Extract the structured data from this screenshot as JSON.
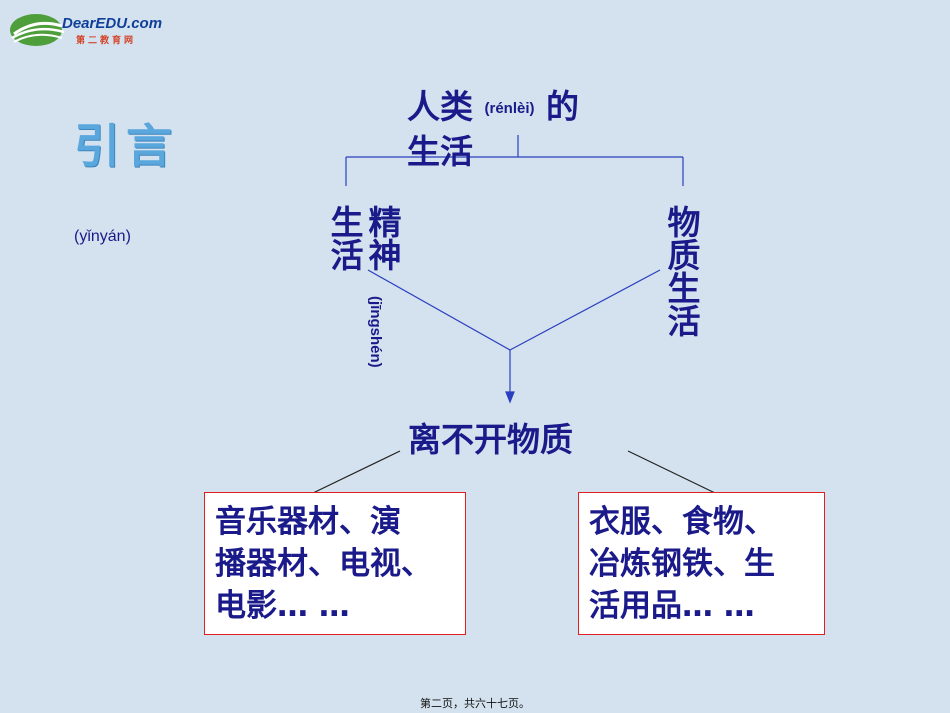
{
  "logo": {
    "brand": "DearEDU.com",
    "tagline": "第二教育网"
  },
  "title": {
    "text": "引言",
    "pinyin": "(yǐnyán)"
  },
  "root": {
    "line1_a": "人类",
    "line1_pinyin": "(rénlèi)",
    "line1_b": "的",
    "line2": "生活"
  },
  "left_branch": {
    "col1": "精神",
    "col2": "生活",
    "pinyin": "(jīngshén)"
  },
  "right_branch": {
    "text": "物质生活"
  },
  "conclusion": "离不开物质",
  "box_left": [
    "音乐器材、演",
    "播器材、电视、",
    "电影…  …"
  ],
  "box_right": [
    "衣服、食物、",
    "冶炼钢铁、生",
    "活用品…  …"
  ],
  "footer": "第二页，共六十七页。",
  "colors": {
    "background": "#d3e2ee",
    "text": "#1a1a8a",
    "title": "#5aa7dd",
    "box_border": "#e02020",
    "line": "#2a3fbf"
  }
}
